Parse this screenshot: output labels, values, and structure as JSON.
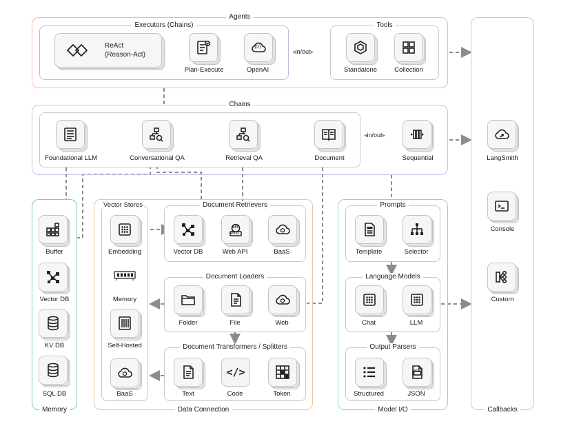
{
  "agents": {
    "title": "Agents"
  },
  "executors": {
    "title": "Executors (Chains)",
    "react": {
      "label_line1": "ReAct",
      "label_line2": "(Reason-Act)"
    },
    "plan_execute": {
      "label": "Plan-Execute"
    },
    "openai": {
      "label": "OpenAI",
      "icon_text": "ʃ(x)"
    }
  },
  "tools": {
    "title": "Tools",
    "standalone": {
      "label": "Standalone"
    },
    "collection": {
      "label": "Collection"
    }
  },
  "agents_connector": {
    "label": "in/out"
  },
  "chains": {
    "title": "Chains",
    "items": [
      {
        "label": "Foundational LLM"
      },
      {
        "label": "Conversational QA"
      },
      {
        "label": "Retrieval QA"
      },
      {
        "label": "Document"
      }
    ],
    "connector": "in/out",
    "sequential": {
      "label": "Sequential"
    }
  },
  "memory": {
    "title": "Memory",
    "items": [
      {
        "label": "Buffer"
      },
      {
        "label": "Vector DB"
      },
      {
        "label": "KV DB"
      },
      {
        "label": "SQL DB"
      }
    ]
  },
  "data_connection": {
    "title": "Data Connection",
    "vector_stores": {
      "title": "Vector Stores",
      "items": [
        {
          "label": "Embedding"
        },
        {
          "label": "Memory"
        },
        {
          "label": "Self-Hosted"
        },
        {
          "label": "BaaS"
        }
      ]
    },
    "retrievers": {
      "title": "Document Retrievers",
      "items": [
        {
          "label": "Vector DB"
        },
        {
          "label": "Web API"
        },
        {
          "label": "BaaS"
        }
      ],
      "api_text": "API",
      "post_text": "POST"
    },
    "loaders": {
      "title": "Document Loaders",
      "items": [
        {
          "label": "Folder"
        },
        {
          "label": "File"
        },
        {
          "label": "Web"
        }
      ]
    },
    "transformers": {
      "title": "Document Transformers / Splitters",
      "items": [
        {
          "label": "Text"
        },
        {
          "label": "Code"
        },
        {
          "label": "Token"
        }
      ],
      "code_text": "</>"
    }
  },
  "model_io": {
    "title": "Model I/O",
    "prompts": {
      "title": "Prompts",
      "items": [
        {
          "label": "Template"
        },
        {
          "label": "Selector"
        }
      ]
    },
    "language_models": {
      "title": "Language Models",
      "items": [
        {
          "label": "Chat"
        },
        {
          "label": "LLM"
        }
      ]
    },
    "output_parsers": {
      "title": "Output Parsers",
      "items": [
        {
          "label": "Structured"
        },
        {
          "label": "JSON"
        }
      ],
      "json_text": "JSON"
    }
  },
  "callbacks": {
    "title": "Callbacks",
    "items": [
      {
        "label": "LangSmith"
      },
      {
        "label": "Console"
      },
      {
        "label": "Custom"
      }
    ],
    "console_text": ">_"
  },
  "colors": {
    "agents": "#f0b9a8",
    "executors": "#c9b3e6",
    "chains": "#c8c0e8",
    "memory": "#7fcfa8",
    "data_connection": "#f0c49a",
    "model_io": "#8fd0e0",
    "callbacks": "#c9c9c9",
    "connector": "#8c8c8c"
  }
}
